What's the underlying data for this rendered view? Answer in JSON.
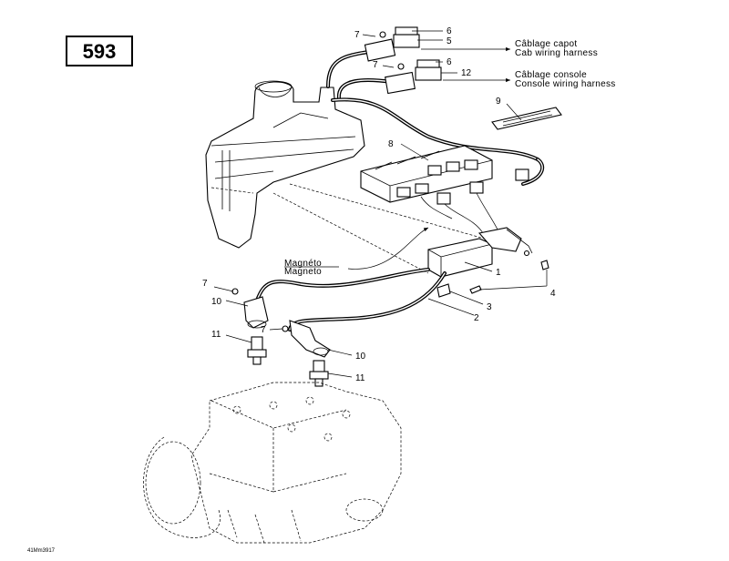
{
  "page": {
    "diagram_number": "593",
    "footer_code": "41Mm3917"
  },
  "callouts": {
    "c1": "1",
    "c2": "2",
    "c3": "3",
    "c4": "4",
    "c5": "5",
    "c6a": "6",
    "c6b": "6",
    "c7a": "7",
    "c7b": "7",
    "c7c": "7",
    "c7d": "7",
    "c8": "8",
    "c9": "9",
    "c10a": "10",
    "c10b": "10",
    "c11a": "11",
    "c11b": "11",
    "c12": "12"
  },
  "captions": {
    "cab_fr": "Câblage capot",
    "cab_en": "Cab wiring harness",
    "console_fr": "Câblage console",
    "console_en": "Console wiring harness",
    "magneto_fr": "Magnéto",
    "magneto_en": "Magneto"
  }
}
